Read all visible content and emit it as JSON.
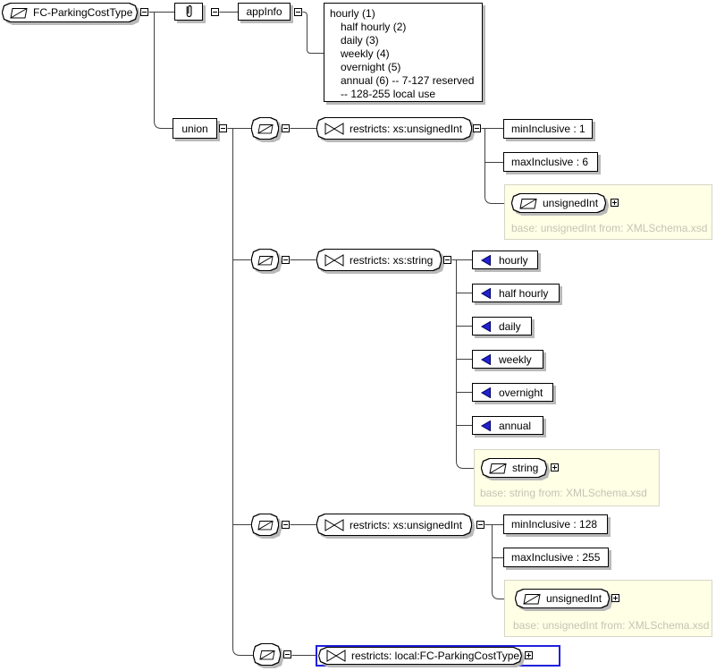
{
  "root": {
    "label": "FC-ParkingCostType"
  },
  "annotation": {
    "appinfo_label": "appInfo"
  },
  "doc": {
    "lines": [
      "hourly (1)",
      "half hourly (2)",
      "daily (3)",
      "weekly (4)",
      "overnight (5)",
      "annual (6) -- 7-127 reserved",
      "-- 128-255 local use"
    ]
  },
  "union": {
    "label": "union"
  },
  "branches": [
    {
      "restriction": "restricts: xs:unsignedInt",
      "facets": [
        "minInclusive : 1",
        "maxInclusive : 6"
      ],
      "base": {
        "type": "unsignedInt",
        "caption": "base: unsignedInt from: XMLSchema.xsd"
      }
    },
    {
      "restriction": "restricts: xs:string",
      "enumerations": [
        "hourly",
        "half hourly",
        "daily",
        "weekly",
        "overnight",
        "annual"
      ],
      "base": {
        "type": "string",
        "caption": "base: string from: XMLSchema.xsd"
      }
    },
    {
      "restriction": "restricts: xs:unsignedInt",
      "facets": [
        "minInclusive : 128",
        "maxInclusive : 255"
      ],
      "base": {
        "type": "unsignedInt",
        "caption": "base: unsignedInt from: XMLSchema.xsd"
      }
    },
    {
      "restriction": "restricts: local:FC-ParkingCostType",
      "selected": true
    }
  ],
  "icons": {
    "simpletype": "parallelogram-diagonal",
    "restriction": "bowtie",
    "enumeration": "blue-left-triangle",
    "annotation": "paperclip",
    "collapse": "minus-box",
    "expand": "plus-box"
  },
  "colors": {
    "panel_bg": "#ffffe6",
    "panel_border": "#d6d6c6",
    "panel_caption": "#c4c4b4",
    "enumeration_blue": "#2222cc",
    "selection_blue": "#2020dd",
    "box_shadow": "#b9b9b9",
    "wire": "#404040"
  }
}
